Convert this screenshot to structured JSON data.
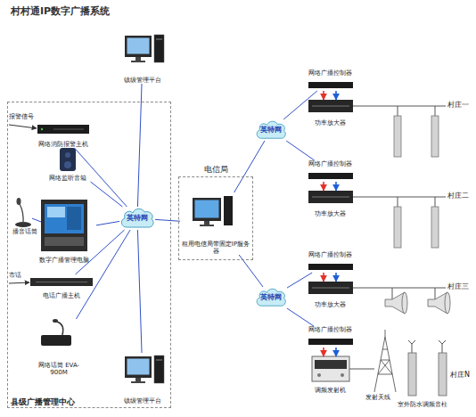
{
  "diagram": {
    "title": "村村通IP数字广播系统",
    "nodes": [
      {
        "text": [
          "镇级管理平台"
        ]
      },
      {
        "text": [
          "县级广播管理中心"
        ]
      },
      {
        "text": [
          "网络消防报警主机"
        ],
        "in": 1
      },
      {
        "text": [
          "网络监听音箱"
        ],
        "in": 1
      },
      {
        "text": [
          "播音话筒"
        ],
        "in": 1
      },
      {
        "text": [
          "数字广播管理电脑"
        ],
        "in": 1
      },
      {
        "text": [
          "电话广播主机"
        ],
        "in": 1
      },
      {
        "text": [
          "网络话筒 EVA-900M"
        ],
        "in": 1
      },
      {
        "text": [
          "英特网"
        ],
        "in": 1
      },
      {
        "text": [
          "镇级管理平台"
        ],
        "in": 1
      },
      {
        "text": [
          "电信局"
        ]
      },
      {
        "text": [
          "租用电信局带固定IP服务器"
        ],
        "in": 10
      },
      {
        "text": [
          "英特网"
        ]
      },
      {
        "text": [
          "英特网"
        ]
      },
      {
        "text": [
          "网络广播控制器"
        ]
      },
      {
        "text": [
          "功率放大器"
        ]
      },
      {
        "text": [
          "网络广播控制器"
        ]
      },
      {
        "text": [
          "功率放大器"
        ]
      },
      {
        "text": [
          "网络广播控制器"
        ]
      },
      {
        "text": [
          "功率放大器"
        ]
      },
      {
        "text": [
          "网络广播控制器"
        ]
      },
      {
        "text": [
          "调频发射机"
        ]
      }
    ],
    "edges": [
      {
        "from": 8,
        "to": 0,
        "arrow": "none"
      },
      {
        "from": 2,
        "to": 8,
        "arrow": "none"
      },
      {
        "from": 3,
        "to": 8,
        "arrow": "none"
      },
      {
        "from": 4,
        "to": 5,
        "arrow": "none"
      },
      {
        "from": 5,
        "to": 8,
        "arrow": "none"
      },
      {
        "from": 6,
        "to": 8,
        "arrow": "none"
      },
      {
        "from": 7,
        "to": 8,
        "arrow": "none"
      },
      {
        "from": 8,
        "to": 9,
        "arrow": "none"
      },
      {
        "from": 8,
        "to": 11,
        "arrow": "none"
      },
      {
        "from": 11,
        "to": 12,
        "arrow": "none"
      },
      {
        "from": 11,
        "to": 13,
        "arrow": "none"
      },
      {
        "from": 12,
        "to": 14,
        "arrow": "none"
      },
      {
        "from": 12,
        "to": 16,
        "arrow": "none"
      },
      {
        "from": 13,
        "to": 18,
        "arrow": "none"
      },
      {
        "from": 13,
        "to": 20,
        "arrow": "none"
      },
      {
        "from": 14,
        "to": 15,
        "arrow": "to"
      },
      {
        "from": 14,
        "to": 15,
        "arrow": "to"
      },
      {
        "from": 16,
        "to": 17,
        "arrow": "to"
      },
      {
        "from": 16,
        "to": 17,
        "arrow": "to"
      },
      {
        "from": 18,
        "to": 19,
        "arrow": "to"
      },
      {
        "from": 18,
        "to": 19,
        "arrow": "to"
      },
      {
        "from": 20,
        "to": 21,
        "arrow": "to"
      },
      {
        "from": 20,
        "to": 21,
        "arrow": "to"
      }
    ],
    "labels": [
      "报警信号",
      "市话",
      "村庄一",
      "村庄二",
      "村庄三",
      "村庄N",
      "发射天线",
      "室外防水调频音柱"
    ]
  }
}
